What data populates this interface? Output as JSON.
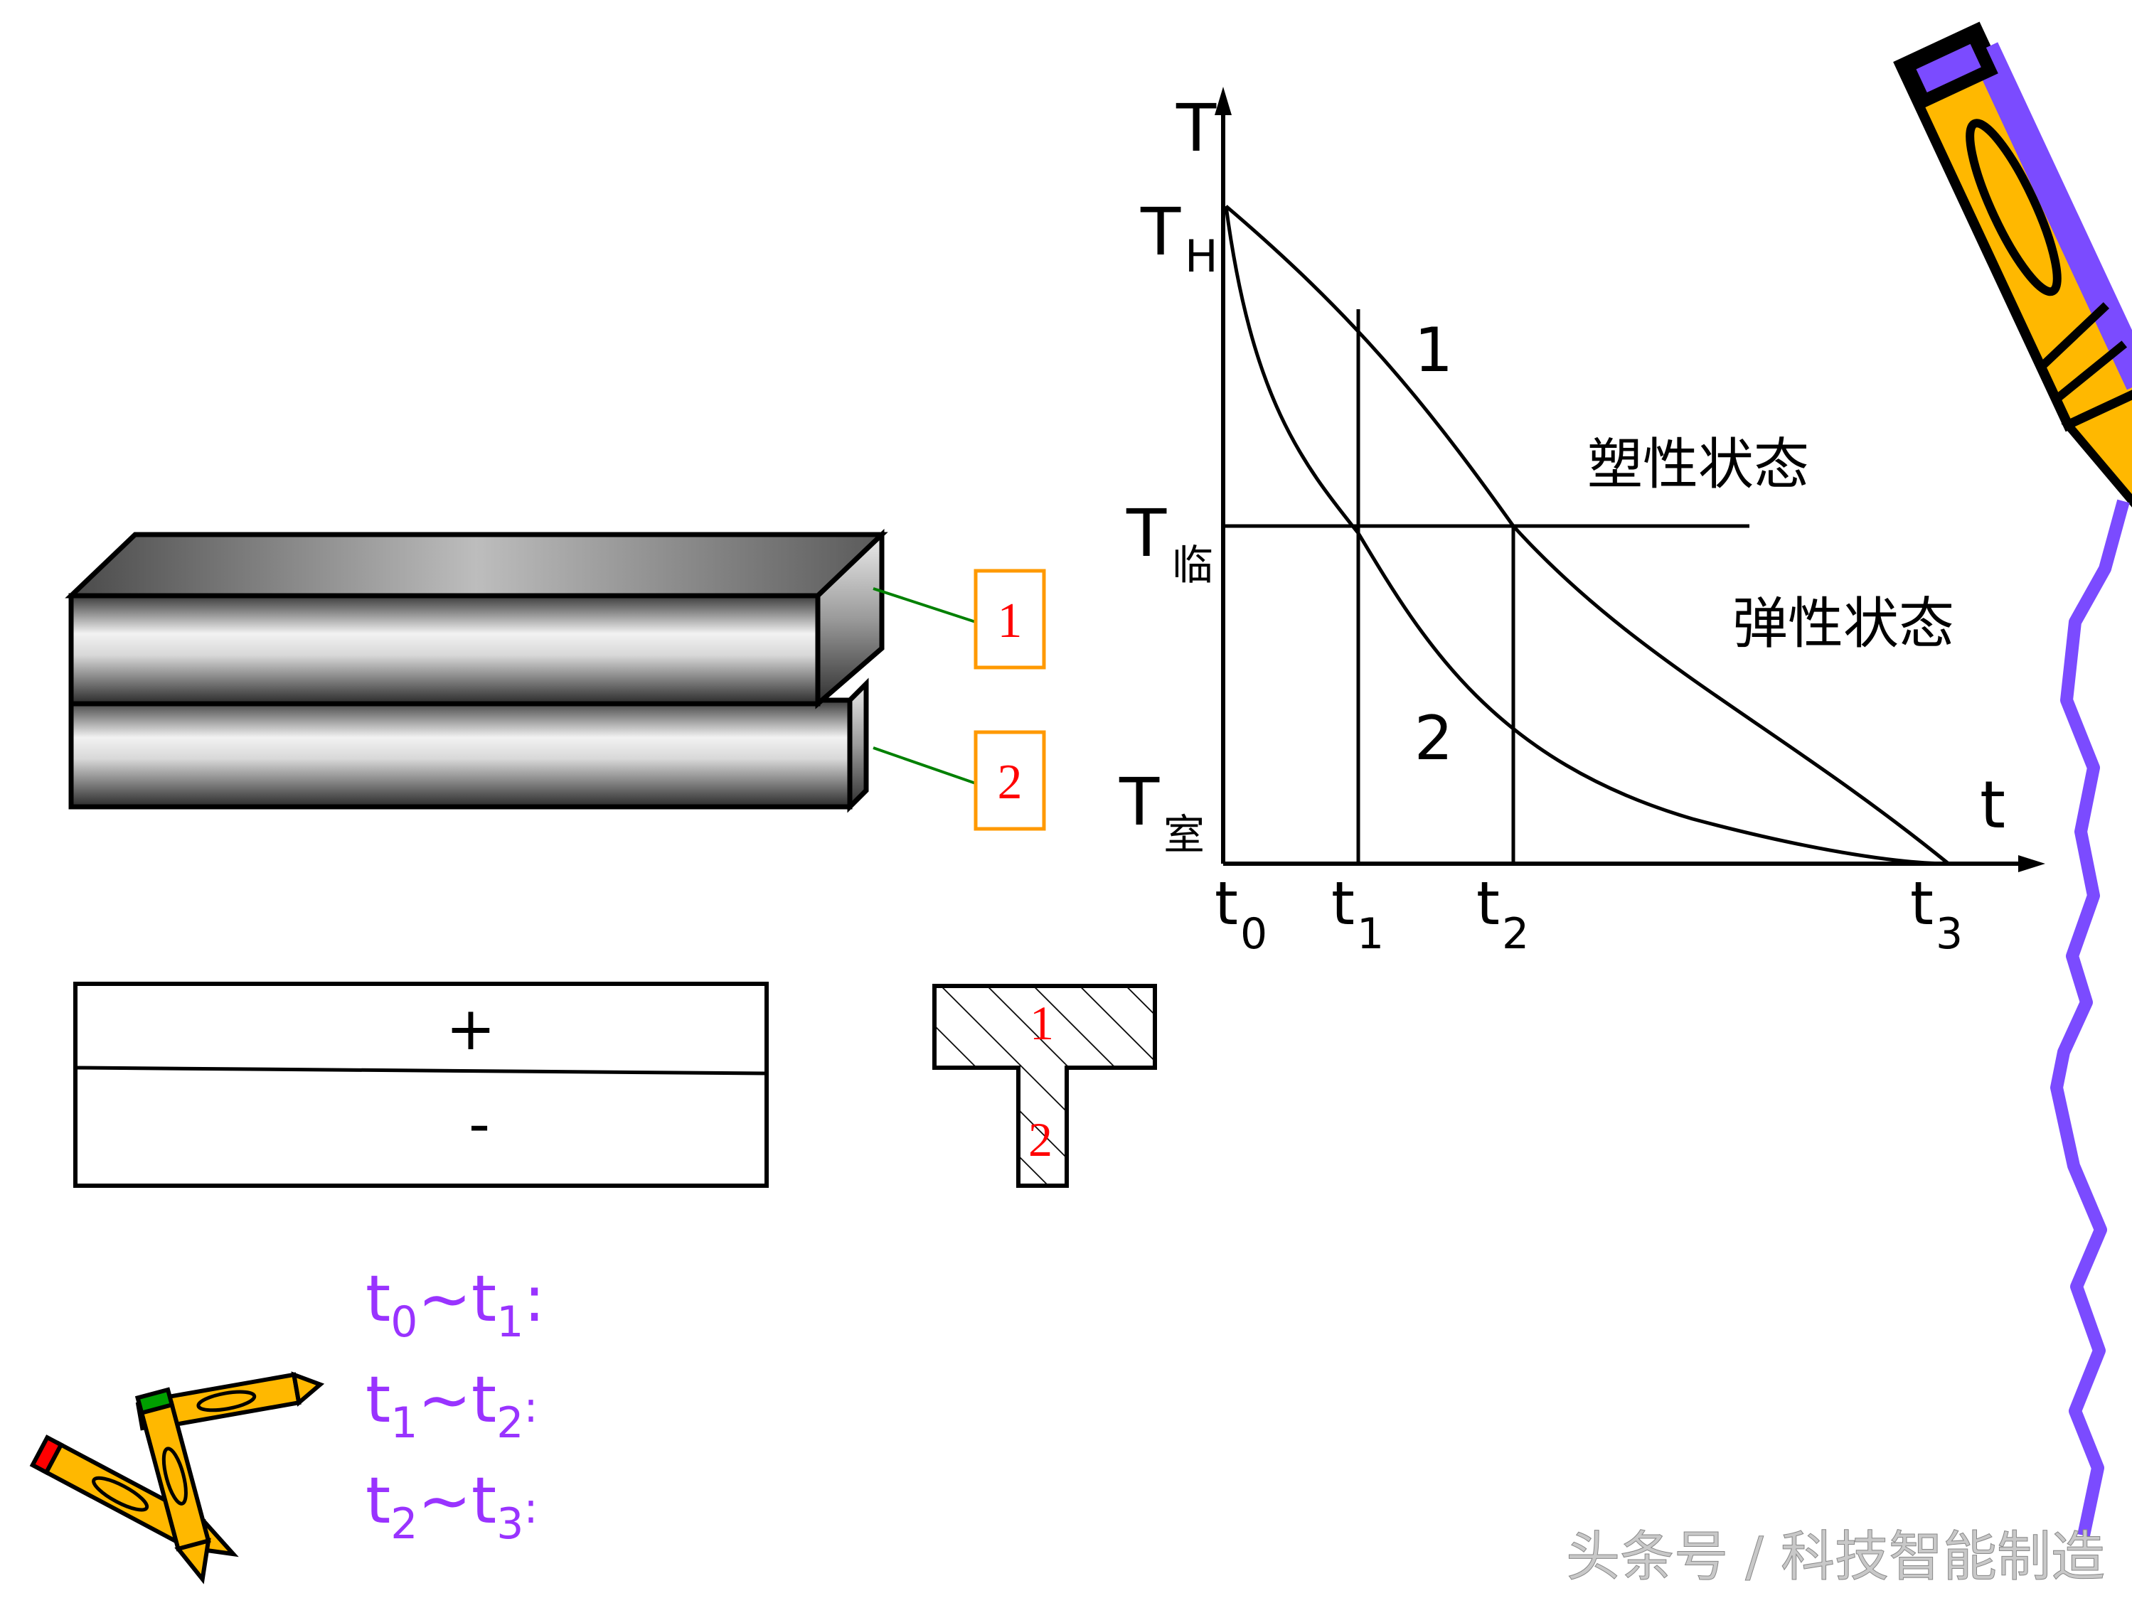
{
  "bars_3d": {
    "label_1": "1",
    "label_2": "2"
  },
  "stress_diagram": {
    "plus": "+",
    "minus": "-"
  },
  "t_section": {
    "label_1": "1",
    "label_2": "2"
  },
  "graph": {
    "y_axis_label": "T",
    "x_axis_label": "t",
    "y_ticks": {
      "th_main": "T",
      "th_sub": "H",
      "tlin_main": "T",
      "tlin_sub": "临",
      "tshi_main": "T",
      "tshi_sub": "室"
    },
    "x_ticks": [
      {
        "main": "t",
        "sub": "0"
      },
      {
        "main": "t",
        "sub": "1"
      },
      {
        "main": "t",
        "sub": "2"
      },
      {
        "main": "t",
        "sub": "3"
      }
    ],
    "curve_1_label": "1",
    "curve_2_label": "2",
    "plastic_state": "塑性状态",
    "elastic_state": "弹性状态",
    "colors": {
      "axis": "#000000"
    }
  },
  "intervals": [
    {
      "a": "t",
      "a_sub": "0",
      "sep": "~",
      "b": "t",
      "b_sub": "1",
      "end": ":"
    },
    {
      "a": "t",
      "a_sub": "1",
      "sep": "~",
      "b": "t",
      "b_sub": "2",
      "end": ":"
    },
    {
      "a": "t",
      "a_sub": "2",
      "sep": "~",
      "b": "t",
      "b_sub": "3",
      "end": ":"
    }
  ],
  "watermark": "头条号 / 科技智能制造",
  "colors": {
    "interval_text": "#9933ff",
    "label_box": "#ff9900",
    "label_text": "#ff0000",
    "leader_line": "#008000",
    "wavy_line": "#7b4bff",
    "pencil_yellow": "#ffb800",
    "pencil_purple": "#7b4bff"
  },
  "icons": [
    "pencil-icon",
    "crossed-pencils-icon"
  ]
}
